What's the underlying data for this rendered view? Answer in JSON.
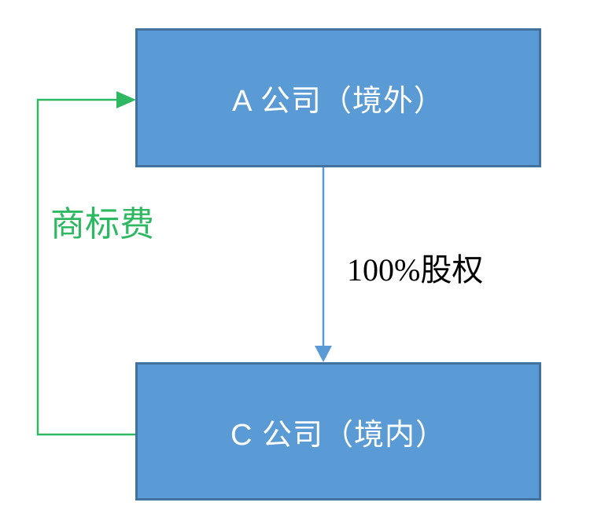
{
  "diagram": {
    "nodes": [
      {
        "id": "A",
        "label": "A 公司（境外）"
      },
      {
        "id": "C",
        "label": "C 公司（境内）"
      }
    ],
    "edges": [
      {
        "from": "A",
        "to": "C",
        "label": "100%股权",
        "shape": "straight-down-arrow"
      },
      {
        "from": "C",
        "to": "A",
        "label": "商标费",
        "shape": "elbow-left-up-right-arrow"
      }
    ],
    "colors": {
      "node_fill": "#5B9BD5",
      "node_border": "#41719C",
      "node_text": "#FFFFFF",
      "equity_arrow": "#5B9BD5",
      "trademark_arrow": "#2EB862",
      "equity_label_text": "#000000",
      "background": "#FFFFFF"
    }
  }
}
